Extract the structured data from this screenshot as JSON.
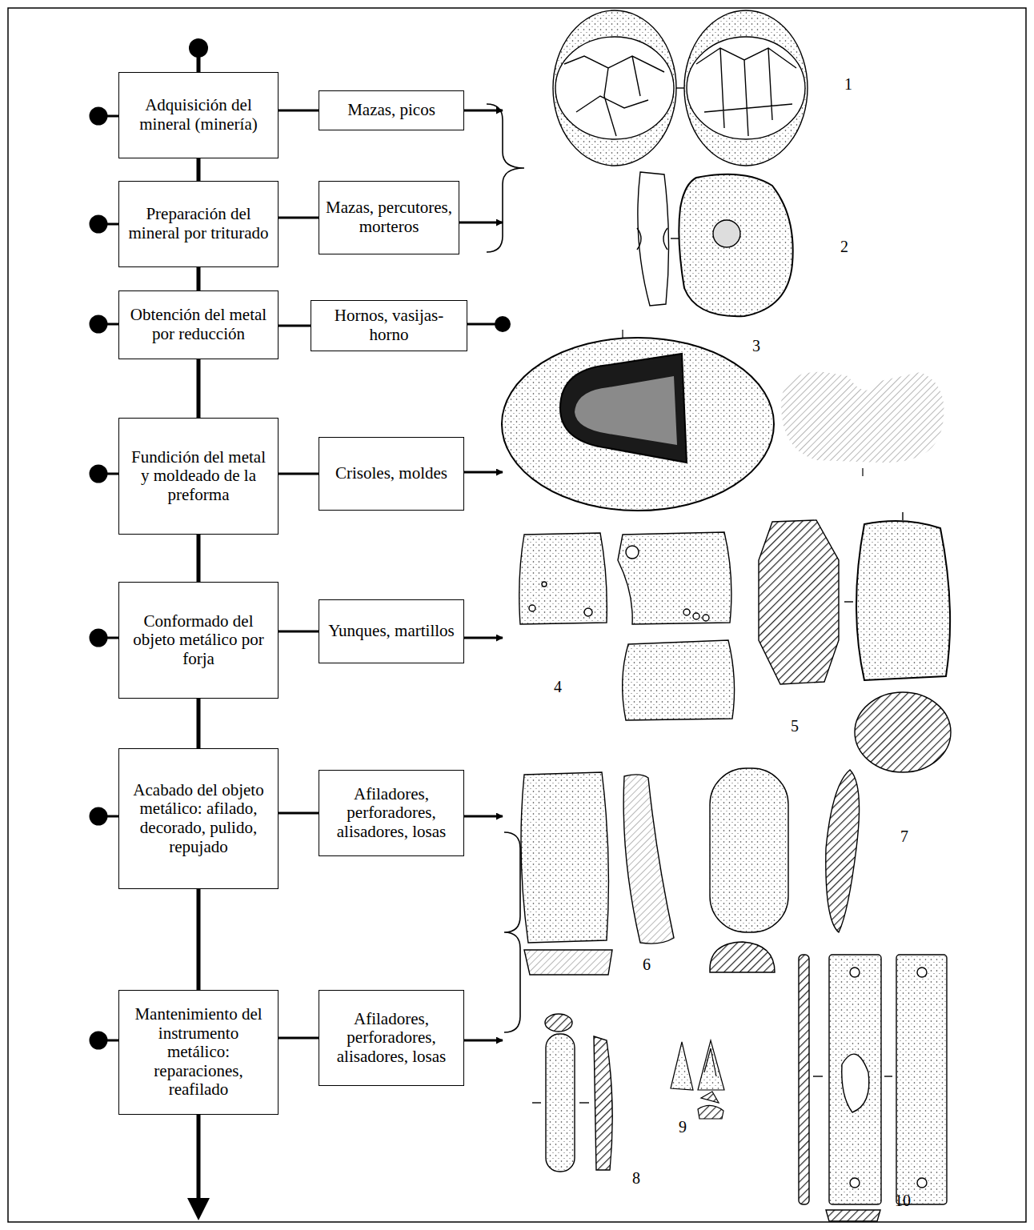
{
  "diagram": {
    "nodes": [
      {
        "text": [
          "Adquisición del mineral (minería)"
        ]
      },
      {
        "text": [
          "Mazas, picos"
        ]
      },
      {
        "text": [
          "Preparación del mineral por triturado"
        ]
      },
      {
        "text": [
          "Mazas, percutores, morteros"
        ]
      },
      {
        "text": [
          "Obtención del metal por reducción"
        ]
      },
      {
        "text": [
          "Hornos, vasijas-horno"
        ]
      },
      {
        "text": [
          "Fundición del metal y moldeado de la preforma"
        ]
      },
      {
        "text": [
          "Crisoles, moldes"
        ]
      },
      {
        "text": [
          "Conformado del objeto metálico por forja"
        ]
      },
      {
        "text": [
          "Yunques, martillos"
        ]
      },
      {
        "text": [
          "Acabado del objeto metálico: afilado, decorado, pulido, repujado"
        ]
      },
      {
        "text": [
          "Afiladores, perforadores, alisadores, losas"
        ]
      },
      {
        "text": [
          "Mantenimiento del instrumento metálico: reparaciones, reafilado"
        ]
      },
      {
        "text": [
          "Afiladores, perforadores, alisadores, losas"
        ]
      }
    ],
    "edges": [
      {
        "from": 0,
        "to": 2,
        "arrow": "none"
      },
      {
        "from": 2,
        "to": 4,
        "arrow": "none"
      },
      {
        "from": 4,
        "to": 6,
        "arrow": "none"
      },
      {
        "from": 6,
        "to": 8,
        "arrow": "none"
      },
      {
        "from": 8,
        "to": 10,
        "arrow": "none"
      },
      {
        "from": 10,
        "to": 12,
        "arrow": "none"
      },
      {
        "from": 0,
        "to": 1,
        "arrow": "none"
      },
      {
        "from": 2,
        "to": 3,
        "arrow": "none"
      },
      {
        "from": 4,
        "to": 5,
        "arrow": "none"
      },
      {
        "from": 6,
        "to": 7,
        "arrow": "none"
      },
      {
        "from": 8,
        "to": 9,
        "arrow": "none"
      },
      {
        "from": 10,
        "to": 11,
        "arrow": "none"
      },
      {
        "from": 12,
        "to": 13,
        "arrow": "none"
      }
    ],
    "labels": [
      "1",
      "2",
      "3",
      "4",
      "5",
      "6",
      "7",
      "8",
      "9",
      "10"
    ]
  }
}
